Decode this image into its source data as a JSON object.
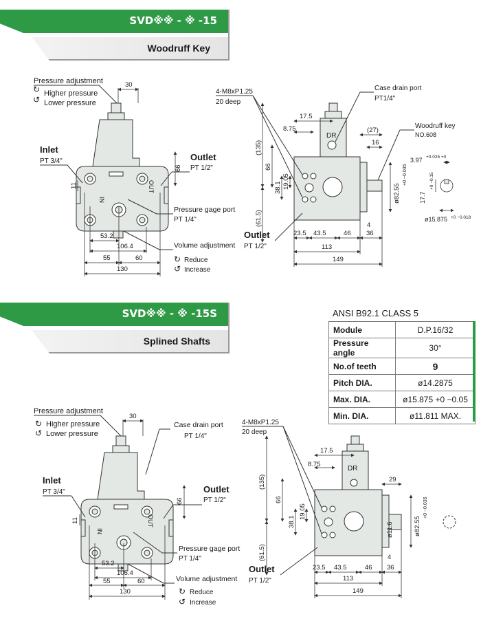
{
  "sections": [
    {
      "code": "SVD※※ - ※ -15",
      "subtitle": "Woodruff Key",
      "front": {
        "pressure_adjustment": "Pressure adjustment",
        "higher": "Higher pressure",
        "lower": "Lower pressure",
        "inlet": "Inlet",
        "inlet_pt": "PT 3/4\"",
        "outlet": "Outlet",
        "outlet_pt": "PT 1/2\"",
        "gage": "Pressure gage port",
        "gage_pt": "PT 1/4\"",
        "volume": "Volume adjustment",
        "reduce": "Reduce",
        "increase": "Increase",
        "in_mark": "IN",
        "out_mark": "OUT",
        "dims": {
          "d30": "30",
          "d66": "66",
          "d11": "11",
          "d532": "53.2",
          "d1064": "106.4",
          "d55": "55",
          "d60": "60",
          "d130": "130"
        }
      },
      "side": {
        "bolts": "4-M8xP1.25",
        "deep": "20 deep",
        "drain": "Case drain port",
        "drain_pt": "PT1/4\"",
        "woodruff": "Woodruff key",
        "woodruff_no": "NO.608",
        "dr": "DR",
        "outlet": "Outlet",
        "outlet_pt": "PT 1/2\"",
        "dims": {
          "d175": "17.5",
          "d875": "8.75",
          "d27": "(27)",
          "d16": "16",
          "d135": "(135)",
          "d66": "66",
          "d381": "38.1",
          "d1905": "19.05",
          "d615": "(61.5)",
          "d235": "23.5",
          "d435": "43.5",
          "d46": "46",
          "d36": "36",
          "d4": "4",
          "d113": "113",
          "d149": "149",
          "d8255": "ø82.55",
          "tol": "+0 −0.035"
        }
      },
      "key": {
        "d397": "3.97",
        "tol397": "+0.025 +0",
        "d177": "17.7",
        "tol177": "+0 −0.15",
        "d15875": "ø15.875",
        "tol15875": "+0 −0.018"
      }
    },
    {
      "code": "SVD※※ - ※ -15S",
      "subtitle": "Splined Shafts",
      "front": {
        "pressure_adjustment": "Pressure adjustment",
        "higher": "Higher pressure",
        "lower": "Lower pressure",
        "drain": "Case drain port",
        "drain_pt": "PT 1/4\"",
        "inlet": "Inlet",
        "inlet_pt": "PT 3/4\"",
        "outlet": "Outlet",
        "outlet_pt": "PT 1/2\"",
        "gage": "Pressure gage port",
        "gage_pt": "PT 1/4\"",
        "volume": "Volume adjustment",
        "reduce": "Reduce",
        "increase": "Increase",
        "in_mark": "IN",
        "out_mark": "OUT",
        "dims": {
          "d30": "30",
          "d66": "66",
          "d11": "11",
          "d532": "53.2",
          "d1064": "106.4",
          "d55": "55",
          "d60": "60",
          "d130": "130"
        }
      },
      "side": {
        "bolts": "4-M8xP1.25",
        "deep": "20 deep",
        "dr": "DR",
        "outlet": "Outlet",
        "outlet_pt": "PT 1/2\"",
        "dims": {
          "d175": "17.5",
          "d875": "8.75",
          "d29": "29",
          "d135": "(135)",
          "d66": "66",
          "d381": "38.1",
          "d1905": "19.05",
          "d615": "(61.5)",
          "d116": "ø11.6",
          "d235": "23.5",
          "d435": "43.5",
          "d46": "46",
          "d36": "36",
          "d4": "4",
          "d113": "113",
          "d149": "149",
          "d8255": "ø82.55",
          "tol": "+0 −0.035"
        }
      }
    }
  ],
  "spline_table": {
    "title": "ANSI B92.1 CLASS 5",
    "rows": [
      {
        "label": "Module",
        "value": "D.P.16/32"
      },
      {
        "label": "Pressure angle",
        "value": "30°"
      },
      {
        "label": "No.of teeth",
        "value": "9"
      },
      {
        "label": "Pitch DIA.",
        "value": "ø14.2875"
      },
      {
        "label": "Max. DIA.",
        "value": "ø15.875 +0 −0.05"
      },
      {
        "label": "Min. DIA.",
        "value": "ø11.811 MAX."
      }
    ]
  },
  "colors": {
    "accent": "#2f9a46",
    "body": "#e3e8e4",
    "line": "#333333"
  }
}
